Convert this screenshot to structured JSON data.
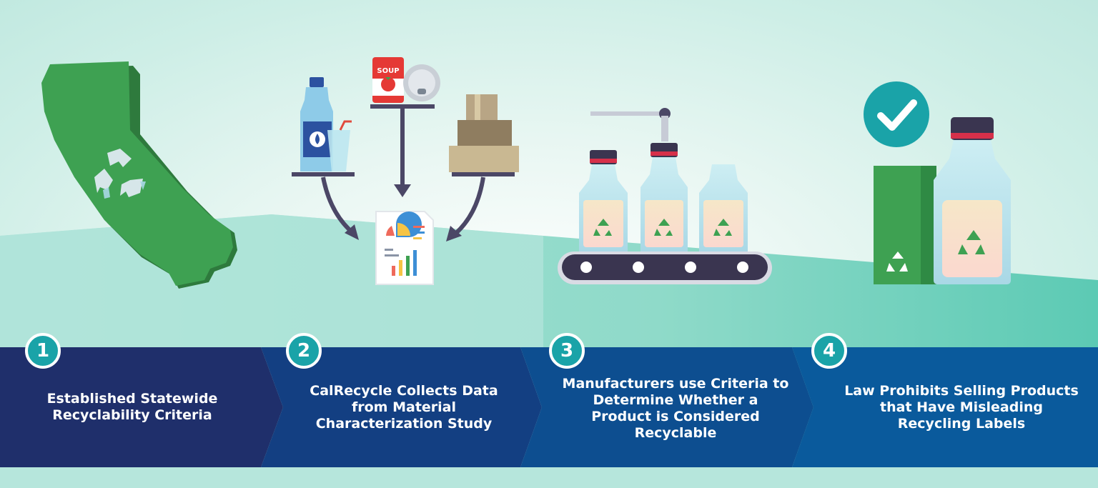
{
  "steps": [
    {
      "number": "1",
      "label": "Established Statewide Recyclability Criteria"
    },
    {
      "number": "2",
      "label": "CalRecycle Collects Data from Material Characterization Study"
    },
    {
      "number": "3",
      "label": "Manufacturers use Criteria to Determine Whether a Product is Considered Recyclable"
    },
    {
      "number": "4",
      "label": "Law Prohibits Selling Products that Have Misleading Recycling Labels"
    }
  ],
  "icons": {
    "state": "california-recycle-icon",
    "materials": "recyclable-materials-icon",
    "report": "data-report-icon",
    "conveyor": "bottling-conveyor-icon",
    "approved": "approved-bottle-icon",
    "check": "checkmark-icon"
  },
  "can_label": "SOUP",
  "colors": {
    "navy": "#1f2f6b",
    "blue": "#0a5a9c",
    "teal": "#1aa3a8",
    "green": "#3ea152",
    "mint": "#9ee0d3"
  }
}
